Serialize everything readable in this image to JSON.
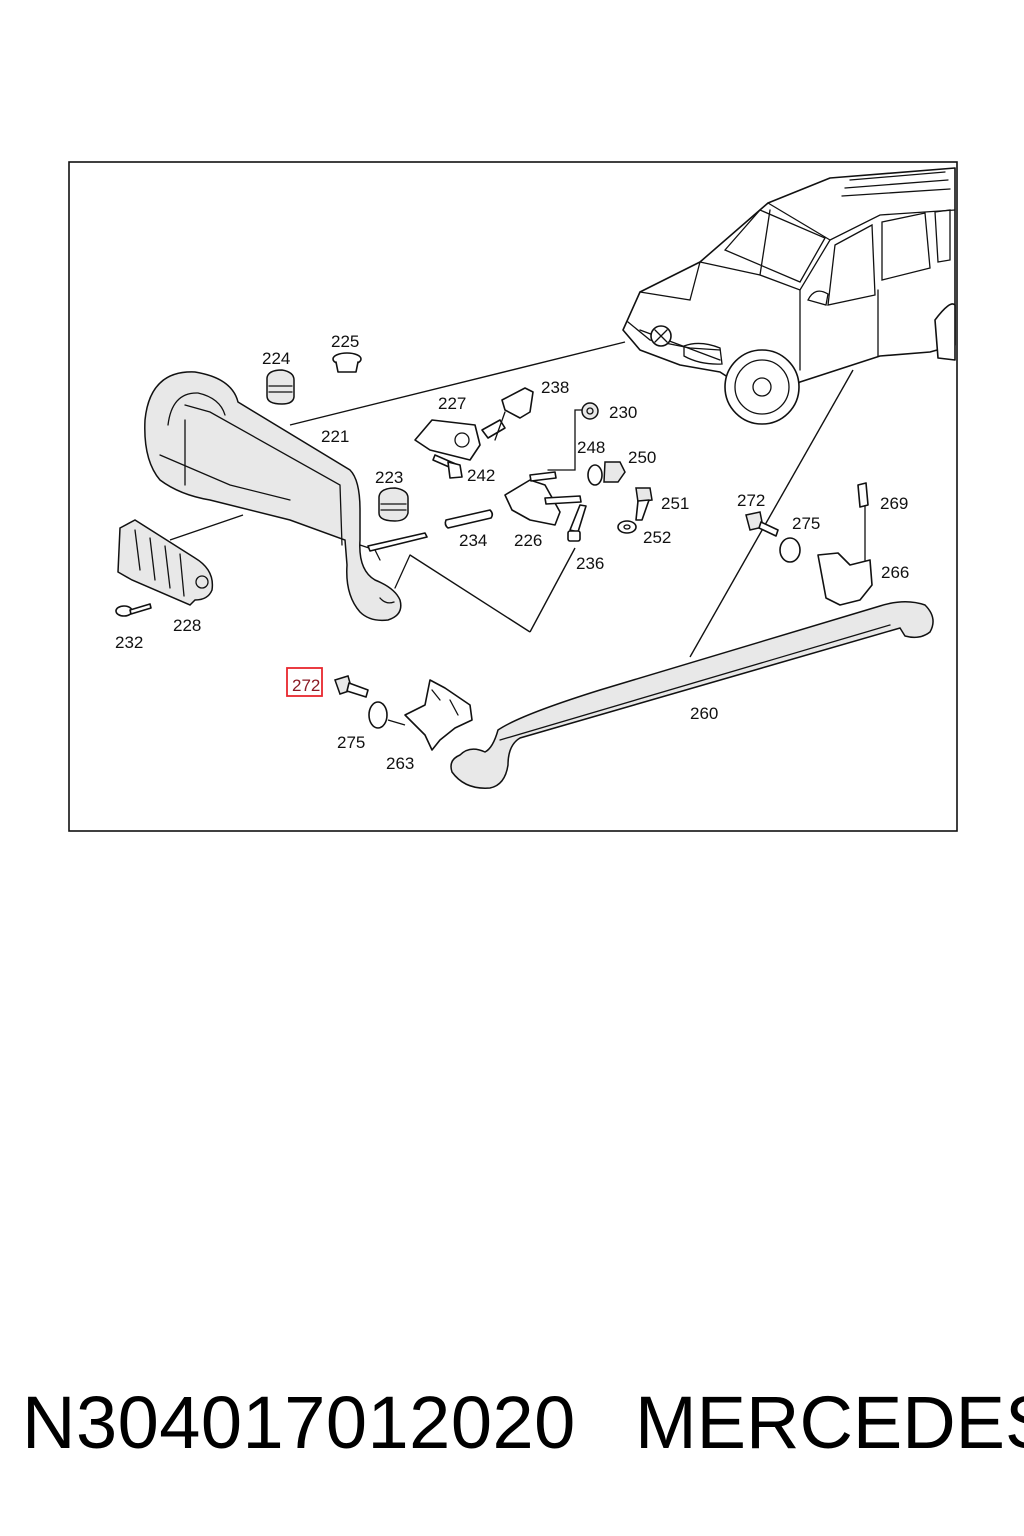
{
  "diagram": {
    "callouts": {
      "c221": "221",
      "c223": "223",
      "c224": "224",
      "c225": "225",
      "c226": "226",
      "c227": "227",
      "c228": "228",
      "c230": "230",
      "c232": "232",
      "c234": "234",
      "c236": "236",
      "c238": "238",
      "c242": "242",
      "c248": "248",
      "c250": "250",
      "c251": "251",
      "c252": "252",
      "c260": "260",
      "c263": "263",
      "c266": "266",
      "c269": "269",
      "c272a": "272",
      "c272b": "272",
      "c275a": "275",
      "c275b": "275"
    },
    "highlighted_callout": "272",
    "highlight_color": "#e8262d"
  },
  "footer": {
    "part_number": "N304017012020",
    "brand": "MERCEDES"
  }
}
